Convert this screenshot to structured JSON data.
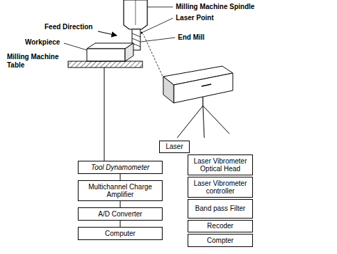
{
  "diagram": {
    "nodes": [
      {
        "text": [
          "Tool Dynamometer"
        ]
      },
      {
        "text": [
          "Multichannel Charge Amplifier"
        ]
      },
      {
        "text": [
          "A/D Converter"
        ]
      },
      {
        "text": [
          "Computer"
        ]
      },
      {
        "text": [
          "Laser"
        ]
      },
      {
        "text": [
          "Laser Vibrometer Optical Head"
        ]
      },
      {
        "text": [
          "Laser Vibrometer controller"
        ]
      },
      {
        "text": [
          "Band pass Filter"
        ]
      },
      {
        "text": [
          "Recoder"
        ]
      },
      {
        "text": [
          "Compter"
        ]
      }
    ],
    "edges": [
      {
        "from": 0,
        "to": 1,
        "arrow": "none"
      },
      {
        "from": 1,
        "to": 2,
        "arrow": "none"
      },
      {
        "from": 2,
        "to": 3,
        "arrow": "none"
      }
    ],
    "labels": [
      "Milling Machine Spindle",
      "Feed Direction",
      "Laser Point",
      "End Mill",
      "Workpiece",
      "Milling Machine Table"
    ]
  }
}
